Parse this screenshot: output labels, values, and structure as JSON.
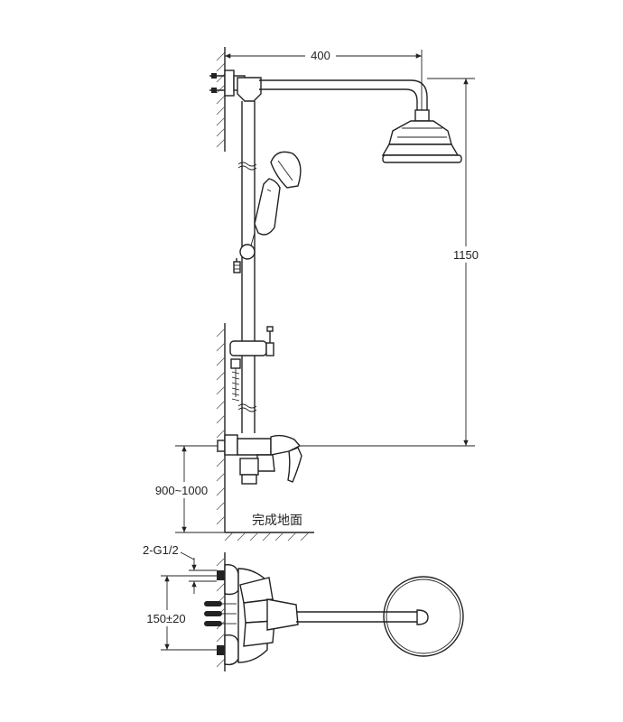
{
  "dimensions": {
    "arm_length": "400",
    "total_height": "1150",
    "mixer_height": "900~1000",
    "inlet_thread": "2-G1/2",
    "inlet_spacing": "150±20"
  },
  "floor_label": "完成地面"
}
